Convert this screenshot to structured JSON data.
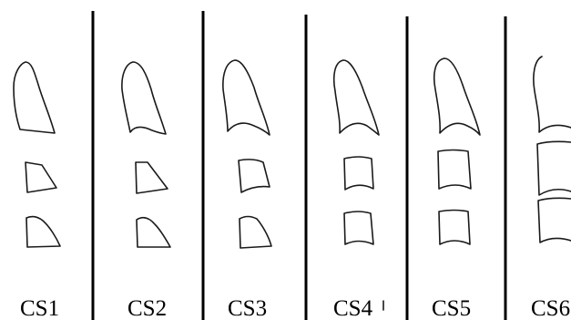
{
  "figure": {
    "stages": [
      {
        "label": "CS1"
      },
      {
        "label": "CS2"
      },
      {
        "label": "CS3"
      },
      {
        "label": "CS4"
      },
      {
        "label": "CS5"
      },
      {
        "label": "CS6"
      }
    ]
  }
}
